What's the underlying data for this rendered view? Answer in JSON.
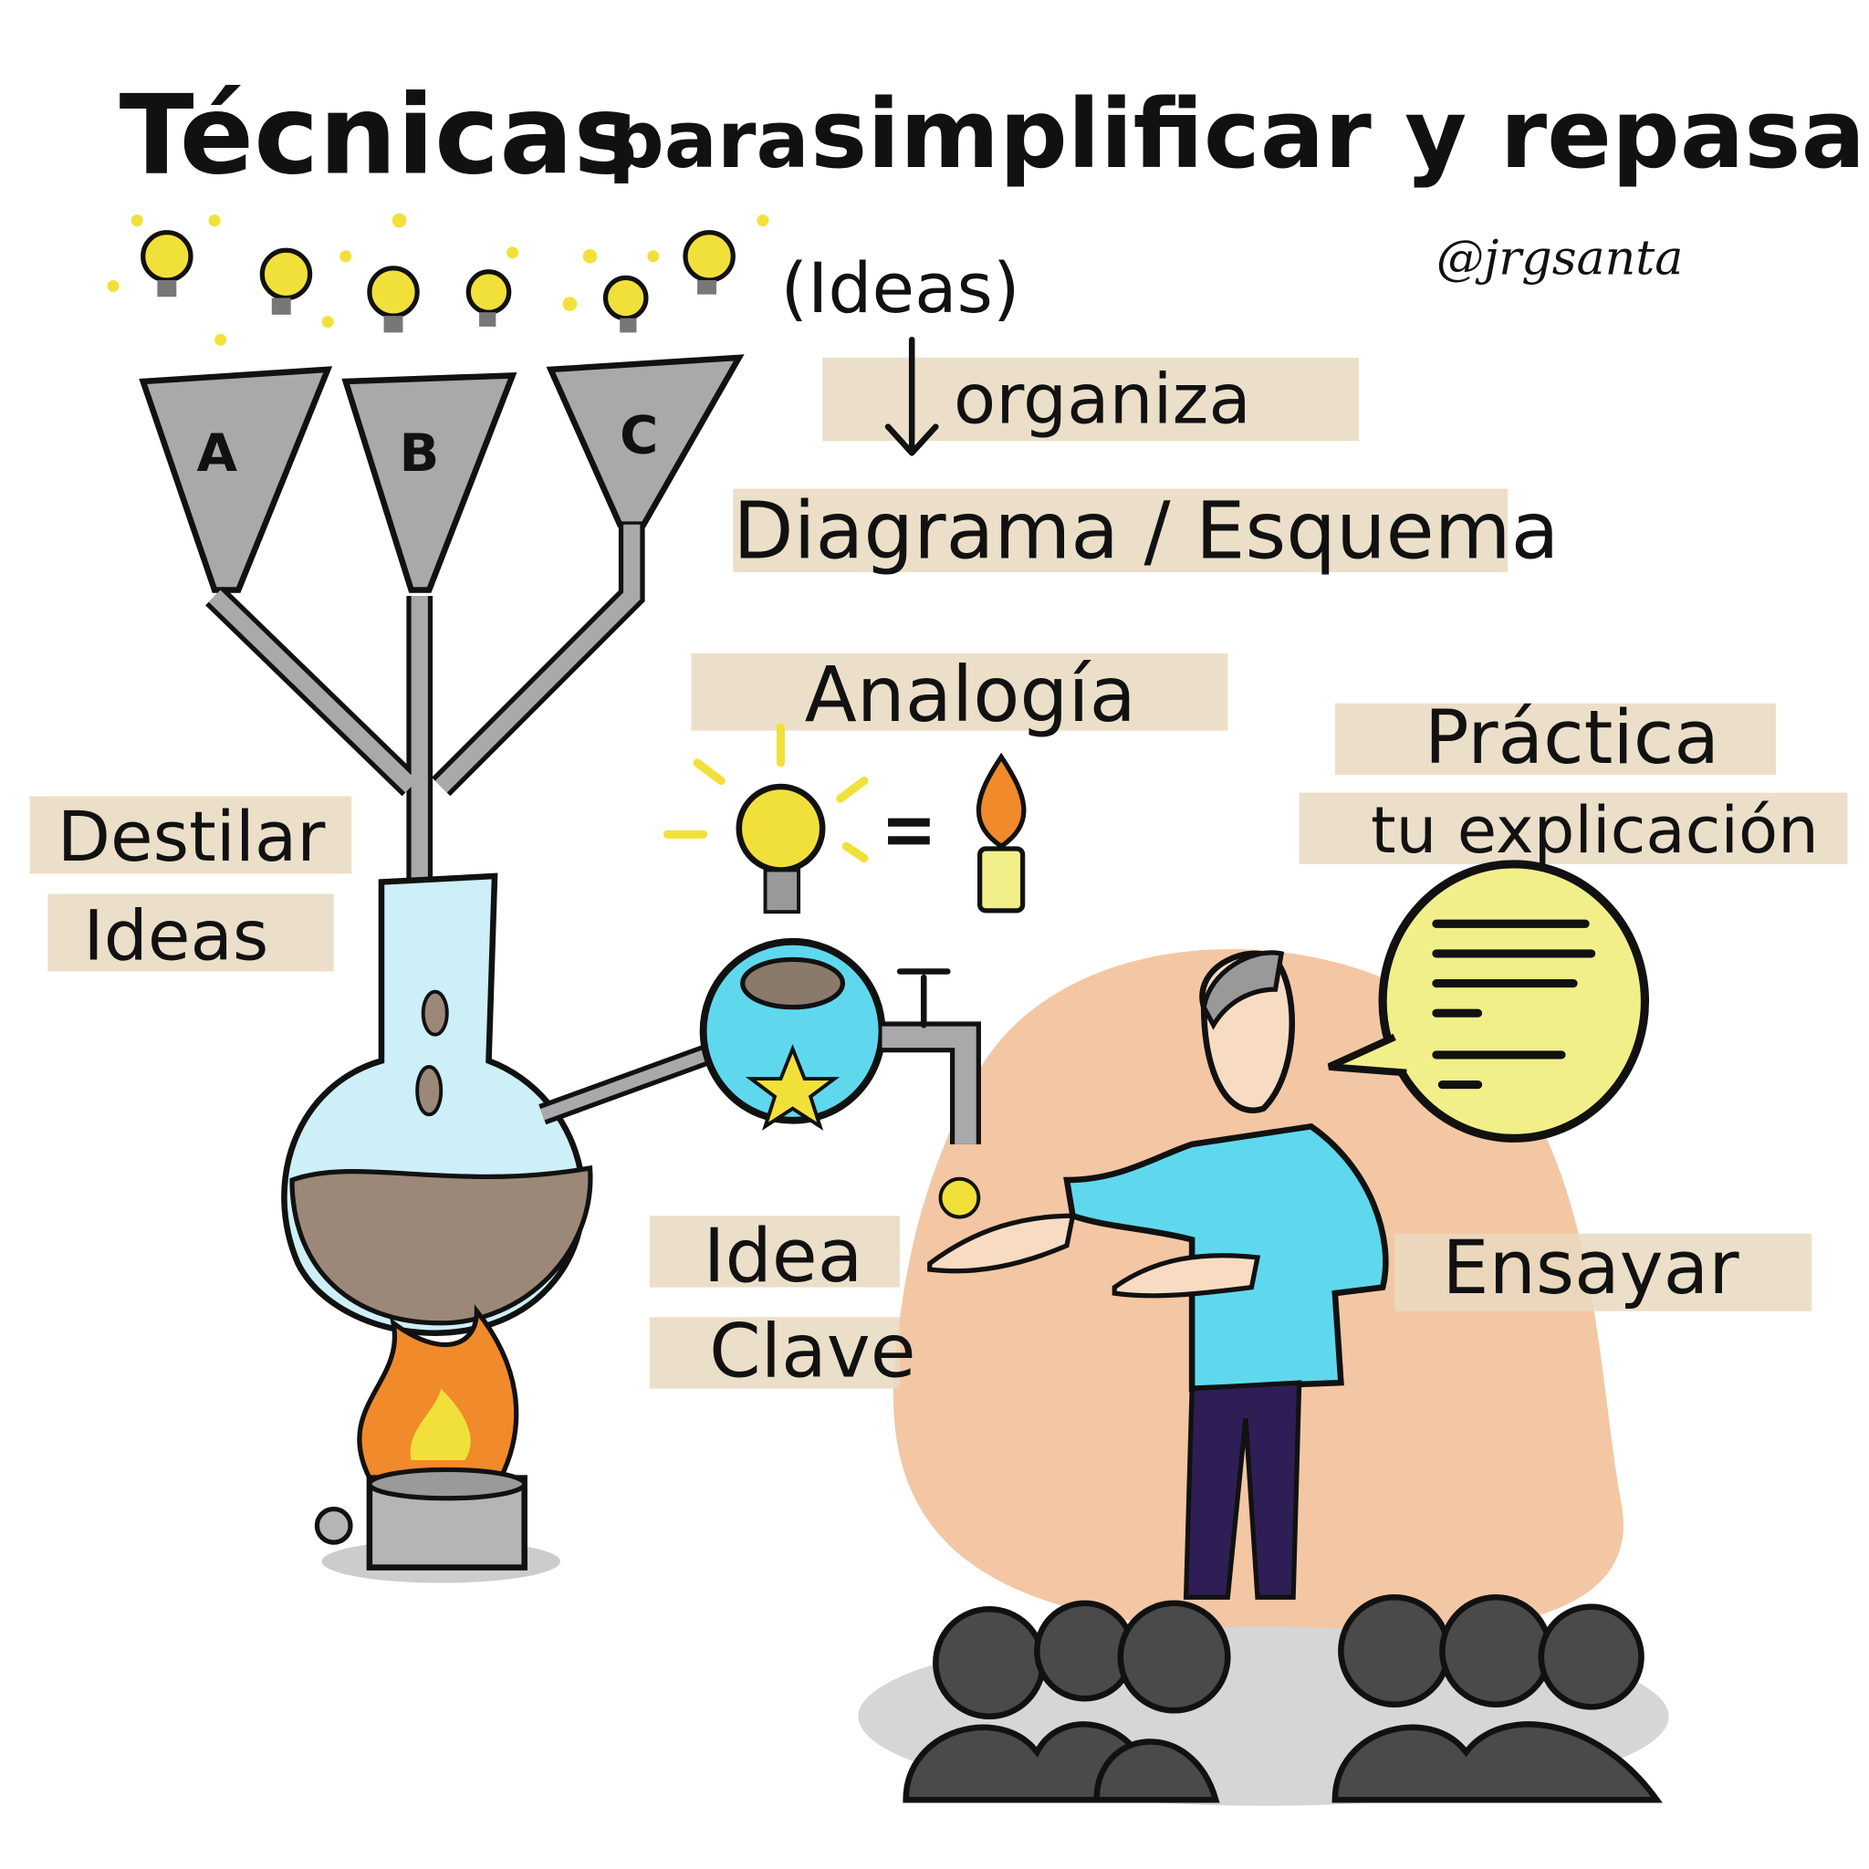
{
  "title": {
    "part1": "Técnicas",
    "part2": "para",
    "part3": "simplificar y repasar"
  },
  "signature": "@jrgsanta",
  "ideas_label": "(Ideas)",
  "funnels": [
    "A",
    "B",
    "C"
  ],
  "organize_label": "organiza",
  "diagram_label": "Diagrama / Esquema",
  "analogy_label": "Analogía",
  "distill_label": [
    "Destilar",
    "Ideas"
  ],
  "practice_label": [
    "Práctica",
    "tu explicación"
  ],
  "key_idea_label": [
    "Idea",
    "Clave"
  ],
  "rehearse_label": "Ensayar",
  "colors": {
    "band": "#e9d9bf",
    "blob": "#f3c7a4",
    "cyan": "#5fd8ee",
    "bulb": "#f2e03a",
    "flame": "#f08a2a",
    "bubble": "#f1ef8a",
    "audience": "#4a4a4a"
  }
}
